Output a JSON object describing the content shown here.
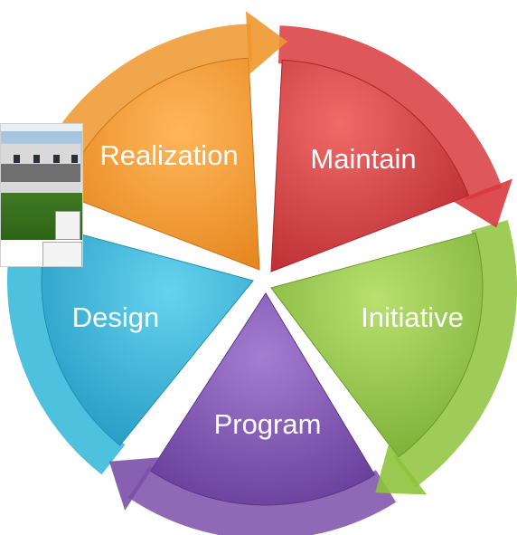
{
  "diagram": {
    "segments": [
      {
        "id": "maintain",
        "label": "Maintain",
        "color": "#d8393d",
        "dark": "#a8252a"
      },
      {
        "id": "initiative",
        "label": "Initiative",
        "color": "#8ec33b",
        "dark": "#6b9a26"
      },
      {
        "id": "program",
        "label": "Program",
        "color": "#7b4fa8",
        "dark": "#5c3589"
      },
      {
        "id": "design",
        "label": "Design",
        "color": "#2fb6d9",
        "dark": "#1c90b2"
      },
      {
        "id": "realization",
        "label": "Realization",
        "color": "#f0962d",
        "dark": "#cc7415"
      }
    ]
  },
  "thumbnail": {
    "icon": "building-photo-icon"
  }
}
